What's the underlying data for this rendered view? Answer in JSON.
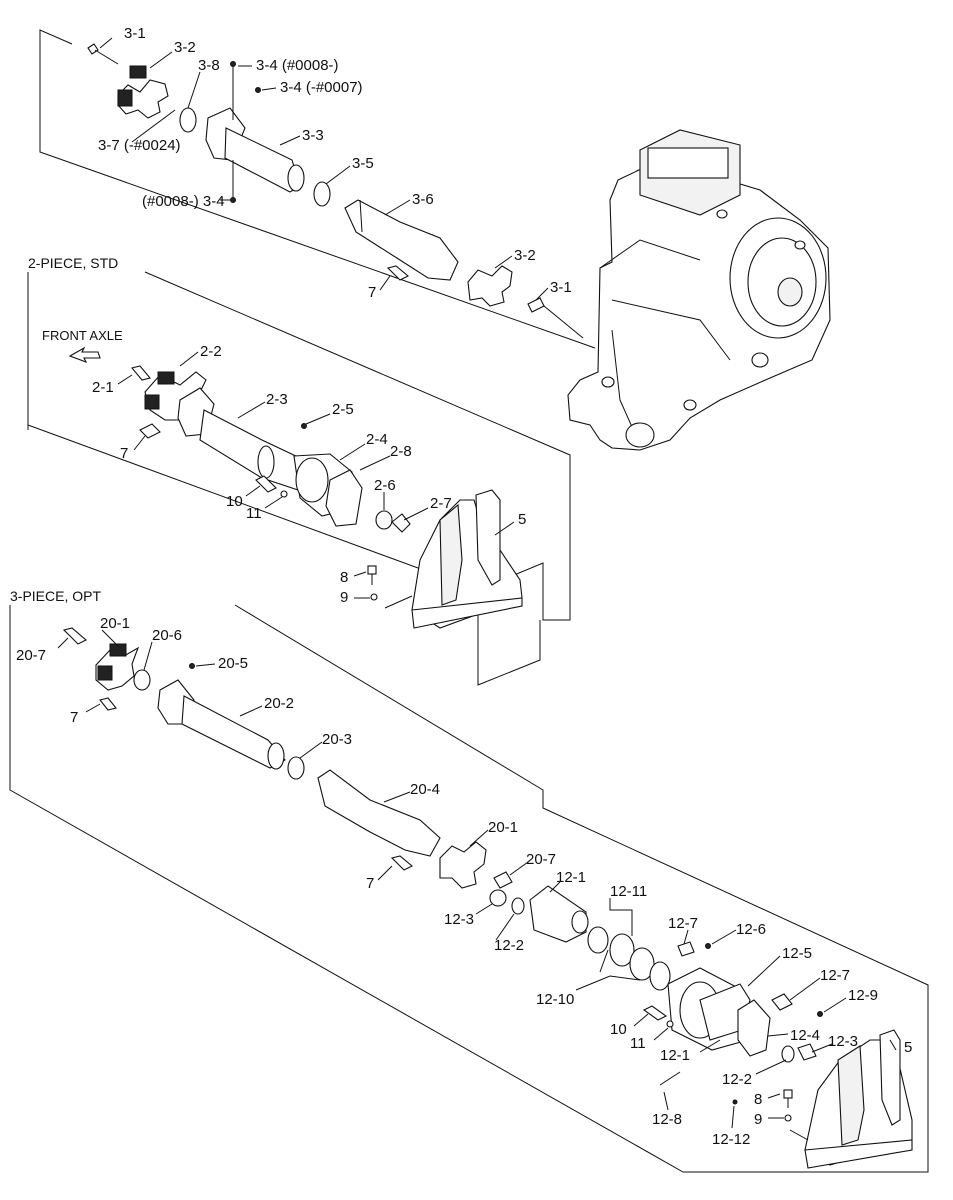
{
  "sections": {
    "two_piece": "2-PIECE, STD",
    "three_piece": "3-PIECE, OPT"
  },
  "front_axle": "FRONT AXLE",
  "labels": {
    "l_3_1a": "3-1",
    "l_3_2a": "3-2",
    "l_3_8": "3-8",
    "l_3_4a": "3-4 (#0008-)",
    "l_3_4b": "3-4 (-#0007)",
    "l_3_7": "3-7 (-#0024)",
    "l_3_3": "3-3",
    "l_3_5": "3-5",
    "l_3_4c": "(#0008-) 3-4",
    "l_3_6": "3-6",
    "l_3_2b": "3-2",
    "l_3_1b": "3-1",
    "l_7a": "7",
    "l_2_2": "2-2",
    "l_2_1": "2-1",
    "l_2_3": "2-3",
    "l_2_5": "2-5",
    "l_7b": "7",
    "l_2_4": "2-4",
    "l_2_8": "2-8",
    "l_10a": "10",
    "l_11a": "11",
    "l_2_6": "2-6",
    "l_2_7": "2-7",
    "l_5a": "5",
    "l_8a": "8",
    "l_9a": "9",
    "l_20_1a": "20-1",
    "l_20_7a": "20-7",
    "l_20_6": "20-6",
    "l_20_5": "20-5",
    "l_7c": "7",
    "l_20_2": "20-2",
    "l_20_3": "20-3",
    "l_20_4": "20-4",
    "l_20_1b": "20-1",
    "l_20_7b": "20-7",
    "l_7d": "7",
    "l_12_1a": "12-1",
    "l_12_11": "12-11",
    "l_12_3a": "12-3",
    "l_12_2a": "12-2",
    "l_12_7a": "12-7",
    "l_12_6": "12-6",
    "l_12_5": "12-5",
    "l_12_10": "12-10",
    "l_12_7b": "12-7",
    "l_12_9": "12-9",
    "l_10b": "10",
    "l_11b": "11",
    "l_12_4": "12-4",
    "l_12_1b": "12-1",
    "l_12_3b": "12-3",
    "l_5b": "5",
    "l_12_2b": "12-2",
    "l_8b": "8",
    "l_12_8": "12-8",
    "l_9b": "9",
    "l_12_12": "12-12"
  }
}
